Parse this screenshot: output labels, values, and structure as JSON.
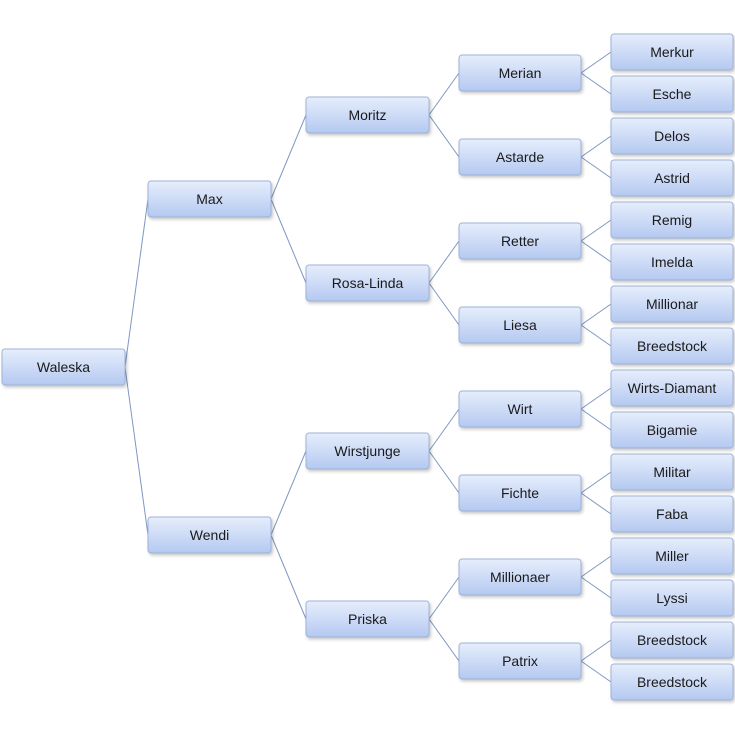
{
  "diagram": {
    "type": "pedigree-tree",
    "colors": {
      "node_fill_top": "#e6eefc",
      "node_fill_bottom": "#b4c8f0",
      "node_border": "#9fb3d8",
      "connector": "#7f97c4",
      "text": "#1a1a1a"
    },
    "root": {
      "label": "Waleska",
      "children": [
        {
          "label": "Max",
          "children": [
            {
              "label": "Moritz",
              "children": [
                {
                  "label": "Merian",
                  "children": [
                    {
                      "label": "Merkur"
                    },
                    {
                      "label": "Esche"
                    }
                  ]
                },
                {
                  "label": "Astarde",
                  "children": [
                    {
                      "label": "Delos"
                    },
                    {
                      "label": "Astrid"
                    }
                  ]
                }
              ]
            },
            {
              "label": "Rosa-Linda",
              "children": [
                {
                  "label": "Retter",
                  "children": [
                    {
                      "label": "Remig"
                    },
                    {
                      "label": "Imelda"
                    }
                  ]
                },
                {
                  "label": "Liesa",
                  "children": [
                    {
                      "label": "Millionar"
                    },
                    {
                      "label": "Breedstock"
                    }
                  ]
                }
              ]
            }
          ]
        },
        {
          "label": "Wendi",
          "children": [
            {
              "label": "Wirstjunge",
              "children": [
                {
                  "label": "Wirt",
                  "children": [
                    {
                      "label": "Wirts-Diamant"
                    },
                    {
                      "label": "Bigamie"
                    }
                  ]
                },
                {
                  "label": "Fichte",
                  "children": [
                    {
                      "label": "Militar"
                    },
                    {
                      "label": "Faba"
                    }
                  ]
                }
              ]
            },
            {
              "label": "Priska",
              "children": [
                {
                  "label": "Millionaer",
                  "children": [
                    {
                      "label": "Miller"
                    },
                    {
                      "label": "Lyssi"
                    }
                  ]
                },
                {
                  "label": "Patrix",
                  "children": [
                    {
                      "label": "Breedstock"
                    },
                    {
                      "label": "Breedstock"
                    }
                  ]
                }
              ]
            }
          ]
        }
      ]
    }
  }
}
